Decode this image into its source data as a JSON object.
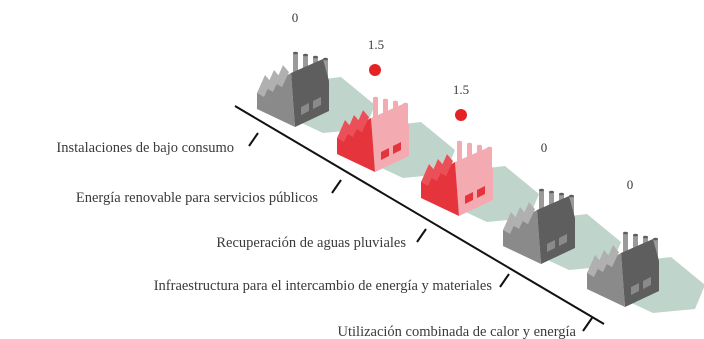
{
  "chart_data": {
    "type": "diagram",
    "categories": [
      "Instalaciones de bajo consumo",
      "Energía renovable para servicios públicos",
      "Recuperación de aguas pluviales",
      "Infraestructura para el intercambio de energía y materiales",
      "Utilización combinada de calor y energía"
    ],
    "values": [
      "0",
      "1.5",
      "1.5",
      "0",
      "0"
    ],
    "highlighted": [
      false,
      true,
      true,
      false,
      false
    ]
  },
  "colors": {
    "gray_front": "#8a8a8a",
    "gray_side": "#5e5e5e",
    "gray_roof": "#b0b0b0",
    "gray_chimney": "#9a9a9a",
    "red_front": "#e5343c",
    "red_side": "#f4aab1",
    "red_roof": "#eb5058",
    "marker": "#e52226",
    "ground": "#bfd4ca",
    "axis": "#111111"
  }
}
